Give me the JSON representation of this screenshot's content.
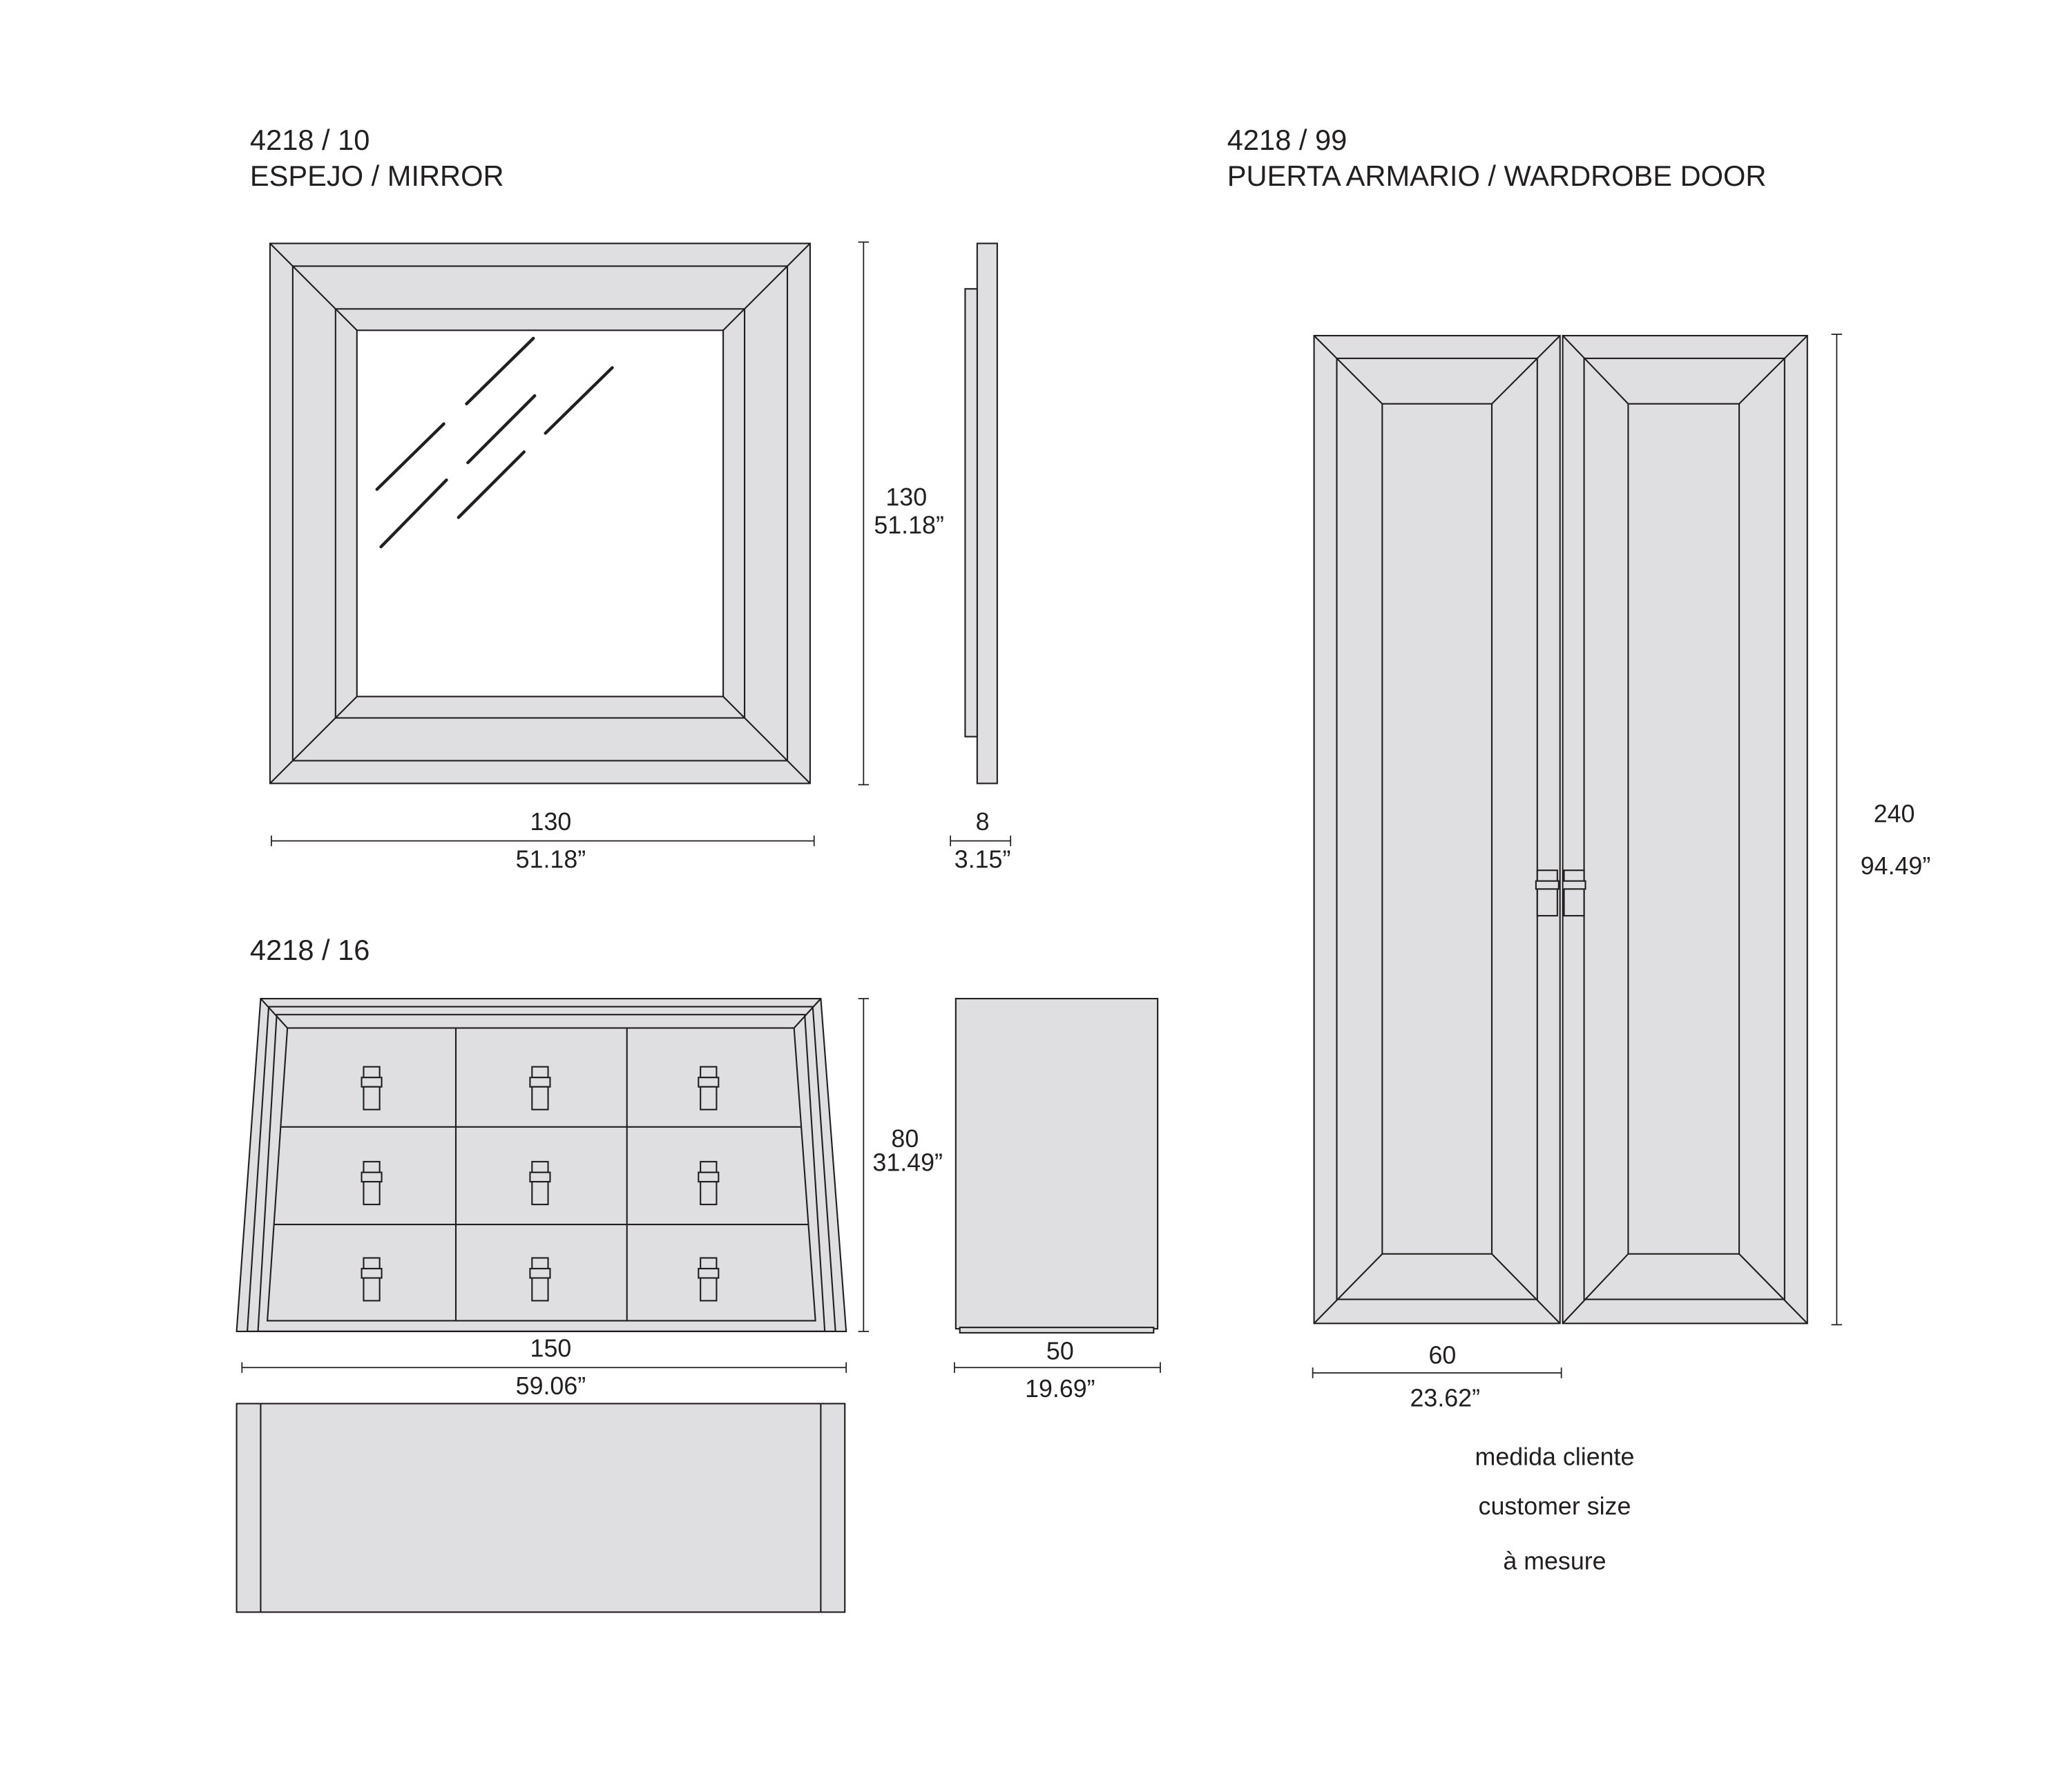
{
  "colors": {
    "background": "#ffffff",
    "fill": "#dfdfe1",
    "stroke": "#231f20",
    "ink": "#231f20"
  },
  "mirror": {
    "code": "4218 / 10",
    "name": "ESPEJO / MIRROR",
    "height_cm": "130",
    "height_in": "51.18”",
    "width_cm": "130",
    "width_in": "51.18”",
    "depth_cm": "8",
    "depth_in": "3.15”"
  },
  "dresser": {
    "code": "4218 / 16",
    "height_cm": "80",
    "height_in": "31.49”",
    "width_cm": "150",
    "width_in": "59.06”",
    "depth_cm": "50",
    "depth_in": "19.69”"
  },
  "wardrobe_door": {
    "code": "4218 / 99",
    "name": "PUERTA ARMARIO / WARDROBE DOOR",
    "height_cm": "240",
    "height_in": "94.49”",
    "width_cm": "60",
    "width_in": "23.62”",
    "notes": [
      "medida cliente",
      "customer size",
      "à mesure"
    ]
  }
}
